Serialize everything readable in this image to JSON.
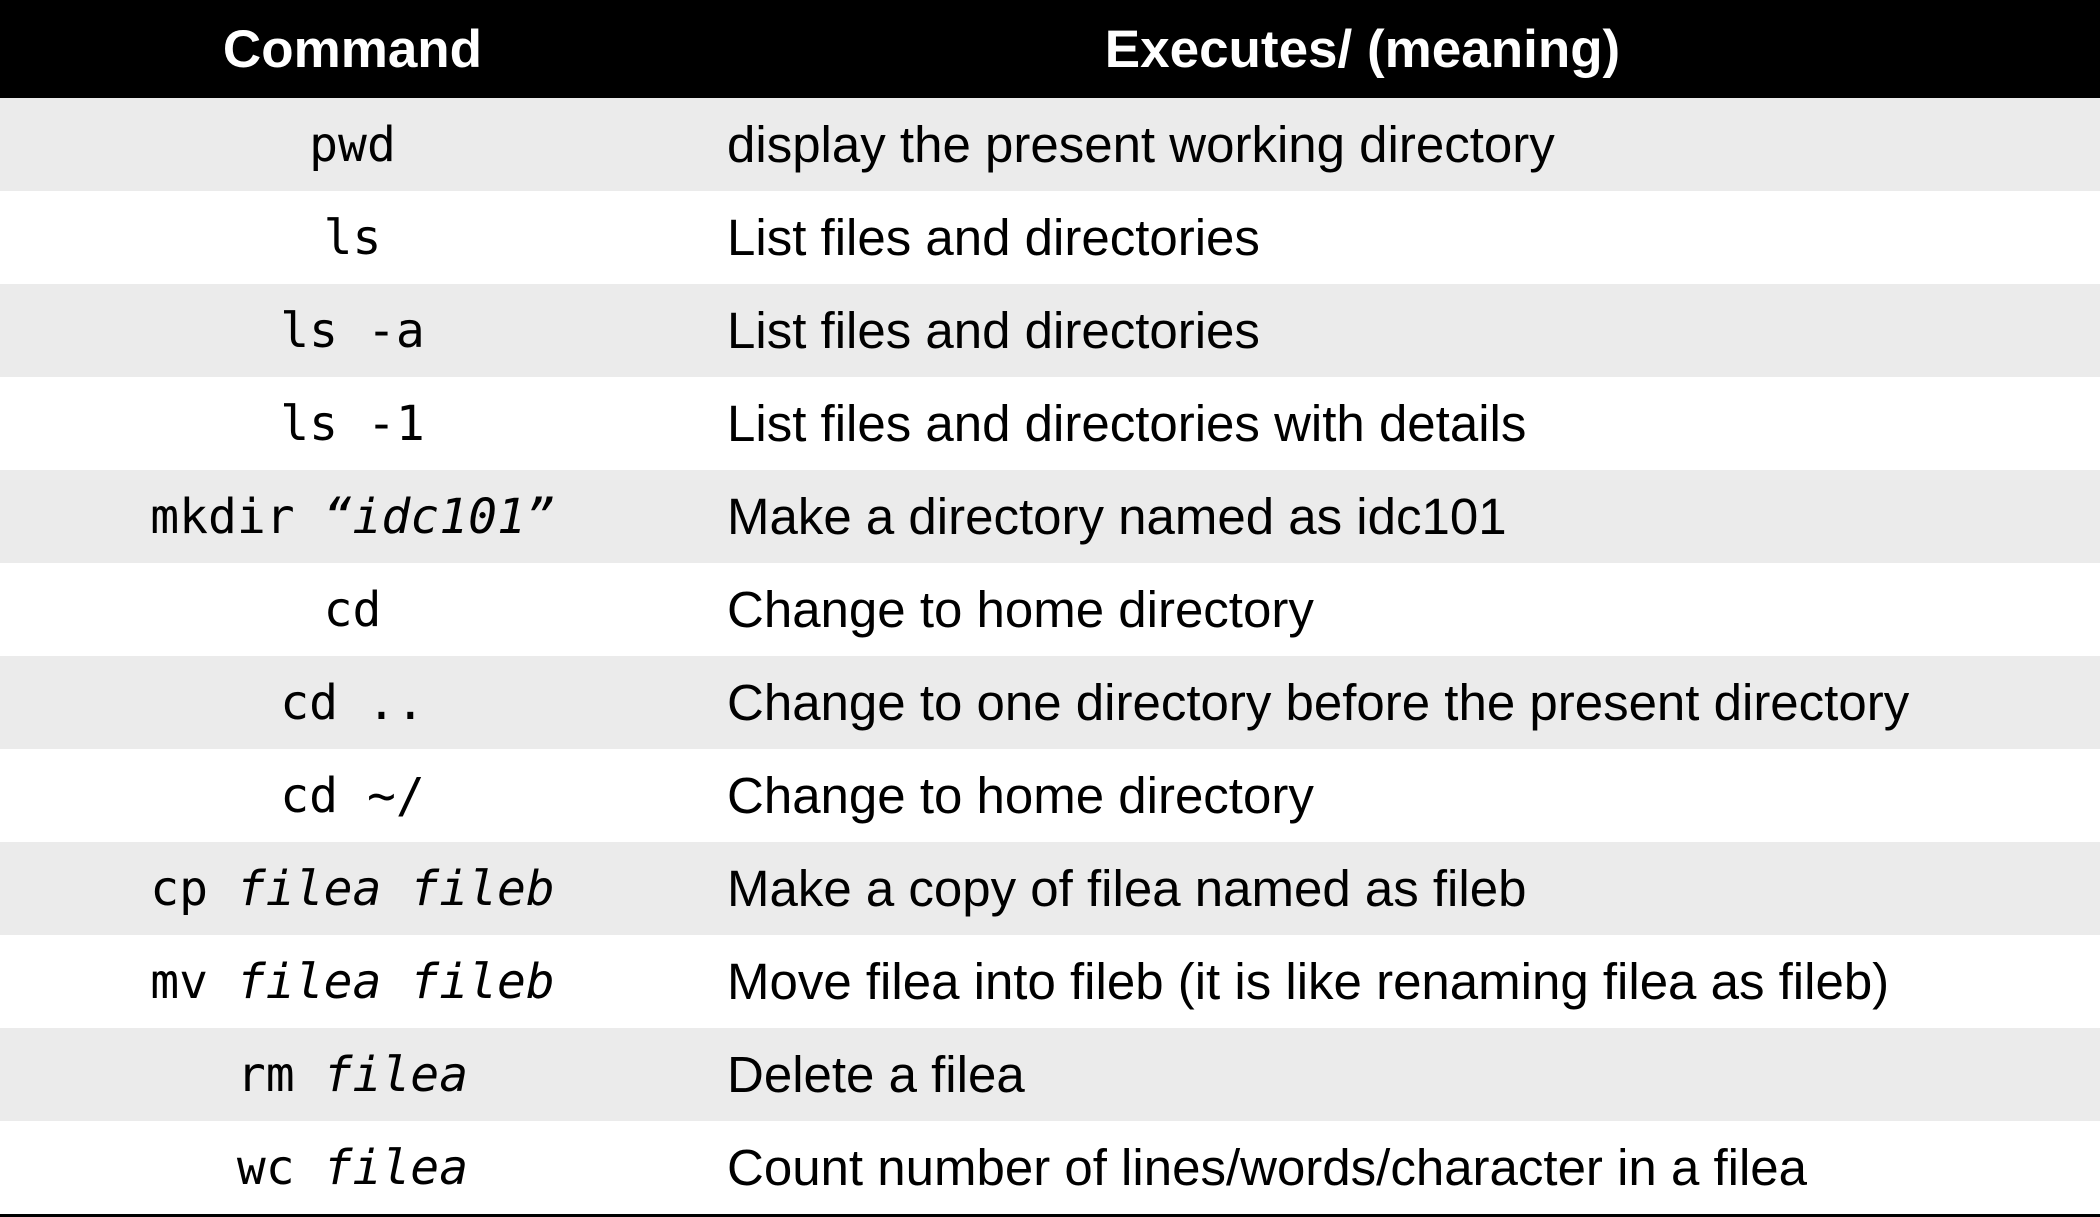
{
  "header": {
    "command": "Command",
    "meaning": "Executes/ (meaning)"
  },
  "rows": [
    {
      "cmd": "pwd",
      "arg": "",
      "desc": " display the present working directory"
    },
    {
      "cmd": "ls",
      "arg": "",
      "desc": "List files and directories"
    },
    {
      "cmd": "ls -a",
      "arg": "",
      "desc": "List files and directories"
    },
    {
      "cmd": "ls -1",
      "arg": "",
      "desc": "List files and directories with details"
    },
    {
      "cmd": "mkdir ",
      "arg": "“idc101”",
      "desc": "Make a directory named as idc101"
    },
    {
      "cmd": "cd",
      "arg": "",
      "desc": "Change to home directory"
    },
    {
      "cmd": "cd ..",
      "arg": "",
      "desc": "Change to one directory before the present directory"
    },
    {
      "cmd": "cd ~/",
      "arg": "",
      "desc": "Change to home directory"
    },
    {
      "cmd": "cp ",
      "arg": "filea fileb",
      "desc": "Make a copy of filea named as fileb"
    },
    {
      "cmd": "mv ",
      "arg": "filea fileb",
      "desc": "Move filea into fileb (it is like renaming filea as fileb)"
    },
    {
      "cmd": "rm ",
      "arg": "filea",
      "desc": "Delete a filea"
    },
    {
      "cmd": "wc ",
      "arg": "filea",
      "desc": "Count number of lines/words/character in a filea"
    }
  ]
}
